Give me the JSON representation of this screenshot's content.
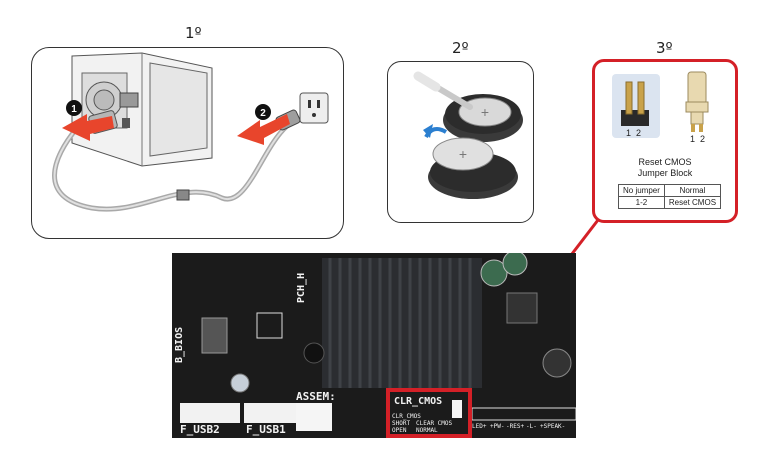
{
  "steps": {
    "step1": "1º",
    "step2": "2º",
    "step3": "3º"
  },
  "power_diagram": {
    "badge1": "1",
    "badge2": "2"
  },
  "jumper_panel": {
    "left_pins": "1  2",
    "right_pins": "1  2",
    "title_line1": "Reset CMOS",
    "title_line2": "Jumper Block",
    "table": [
      [
        "No jumper",
        "Normal"
      ],
      [
        "1-2",
        "Reset CMOS"
      ]
    ]
  },
  "board": {
    "f_usb2": "F_USB2",
    "f_usb1": "F_USB1",
    "assem": "ASSEM:",
    "bios": "B_BIOS",
    "pch": "PCH_H",
    "clr_cmos": "CLR_CMOS",
    "clr_small": "CLR_CMOS",
    "short_label": "SHORT",
    "clear_cmos": "CLEAR CMOS",
    "open_label": "OPEN",
    "normal_label": "NORMAL",
    "led_label": "LED+",
    "pw_label": "+PW-",
    "res_label": "-RES+",
    "l_label": "-L-",
    "speak_label": "+SPEAK-"
  },
  "colors": {
    "highlight": "#d42027",
    "arrow": "#e8452c",
    "board": "#1b1b1b",
    "heatsink": "#2b2d31"
  }
}
